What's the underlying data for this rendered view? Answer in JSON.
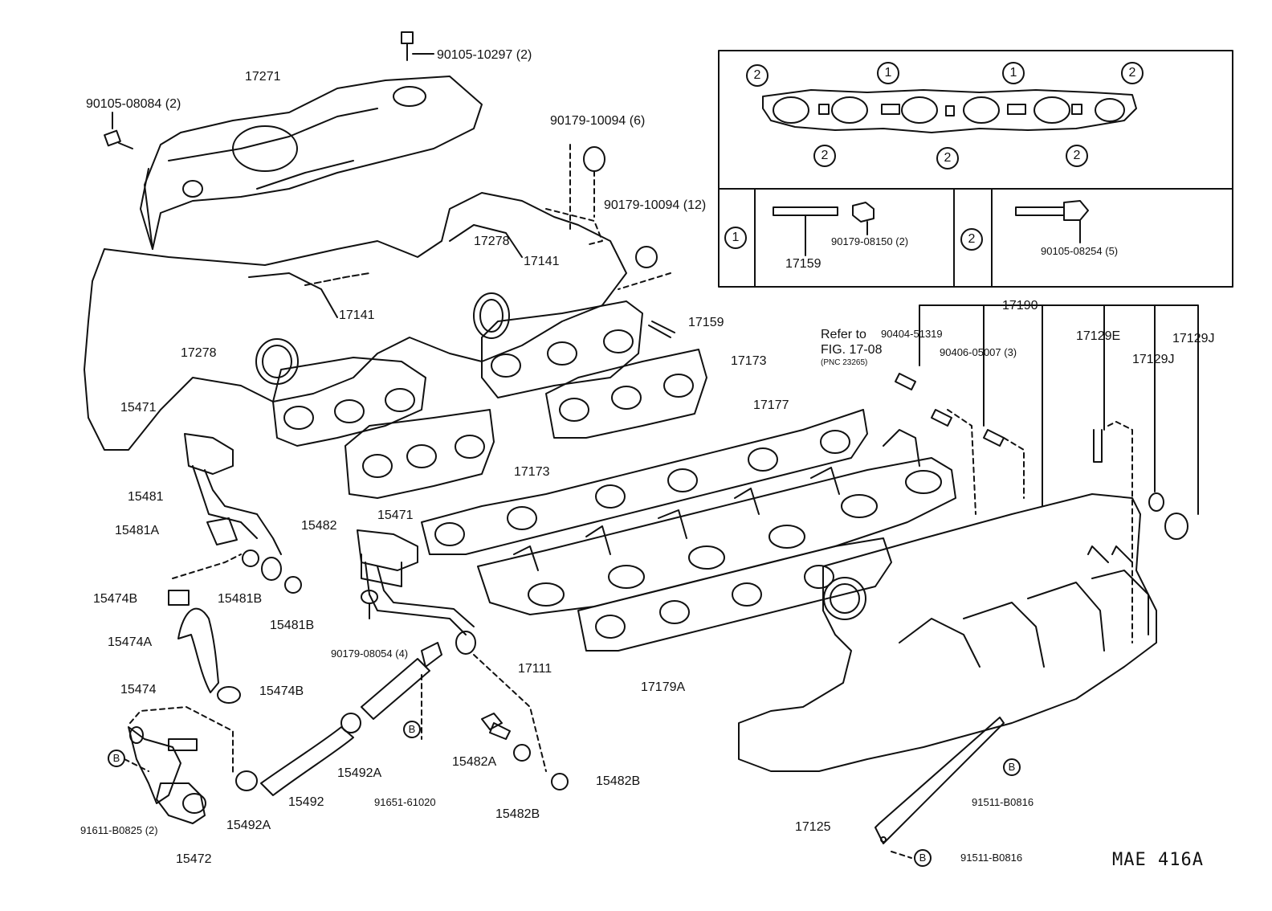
{
  "diagram": {
    "code": "MAE 416A",
    "part_labels": [
      "90105-10297 (2)",
      "17271",
      "90105-08084 (2)",
      "90179-10094 (6)",
      "90179-10094 (12)",
      "17278",
      "17141",
      "17141",
      "17159",
      "17278",
      "17173",
      "17173",
      "15471",
      "15481",
      "15481A",
      "15482",
      "15471",
      "15474B",
      "15481B",
      "15481B",
      "15474A",
      "90179-08054 (4)",
      "15474",
      "15474B",
      "17177",
      "17111",
      "17179A",
      "17190",
      "90404-51319",
      "90406-05007 (3)",
      "17129E",
      "17129J",
      "17129J",
      "15492A",
      "15492",
      "15492A",
      "91651-61020",
      "15482A",
      "15482B",
      "15482B",
      "91611-B0825 (2)",
      "15472",
      "91511-B0816",
      "17125",
      "91511-B0816"
    ],
    "refer": {
      "line1": "Refer to",
      "line2": "FIG. 17-08",
      "line3": "(PNC 23265)"
    },
    "marker_b": "B",
    "inset": {
      "top_markers": [
        "2",
        "1",
        "1",
        "2"
      ],
      "bottom_markers": [
        "2",
        "2",
        "2"
      ],
      "row_markers": [
        "1",
        "2"
      ],
      "row1_labels": [
        "17159",
        "90179-08150 (2)"
      ],
      "row2_labels": [
        "90105-08254 (5)"
      ]
    }
  }
}
